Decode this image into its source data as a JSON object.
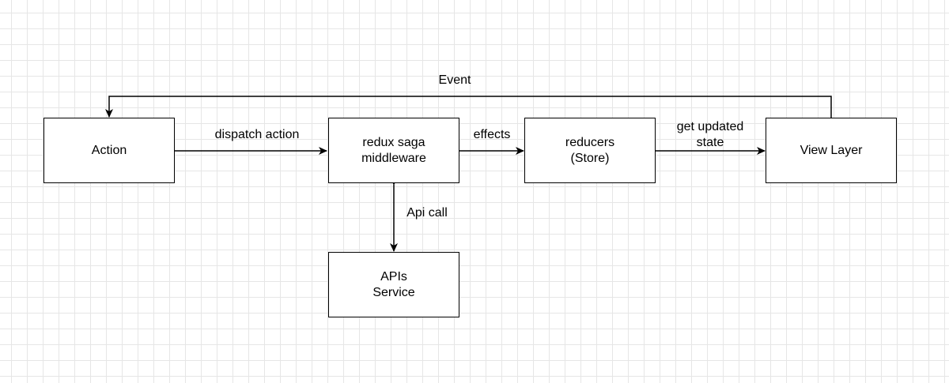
{
  "diagram": {
    "nodes": {
      "action": "Action",
      "saga": "redux saga\nmiddleware",
      "reducers": "reducers\n(Store)",
      "view": "View Layer",
      "apis": "APIs\nService"
    },
    "edges": {
      "dispatch": "dispatch action",
      "effects": "effects",
      "get_updated": "get updated\nstate",
      "event": "Event",
      "api_call": "Api call"
    }
  }
}
